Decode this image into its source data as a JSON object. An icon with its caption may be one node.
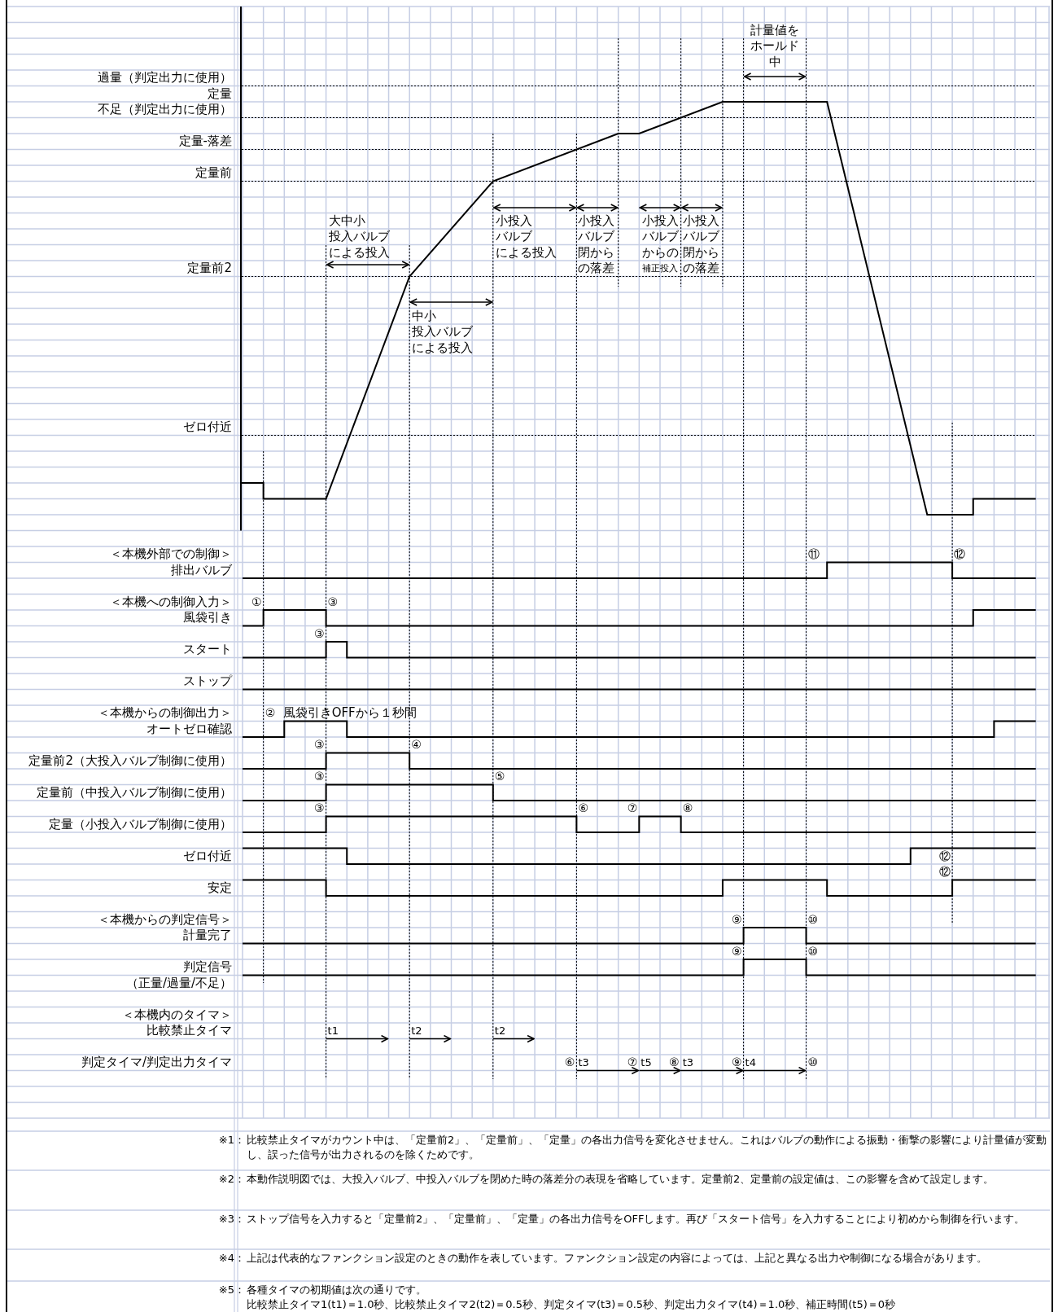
{
  "diagram": {
    "labels": [
      "過量（判定出力に使用）",
      "定量",
      "不足（判定出力に使用）",
      "定量-落差",
      "定量前",
      "定量前2",
      "ゼロ付近",
      "計量値を",
      "ホールド",
      "中",
      "大中小",
      "投入バルブ",
      "による投入",
      "中小",
      "投入バルブ",
      "による投入",
      "小投入",
      "バルブ",
      "による投入",
      "小投入",
      "バルブ",
      "閉から",
      "の落差",
      "小投入",
      "バルブ",
      "からの",
      "補正投入",
      "小投入",
      "バルブ",
      "閉から",
      "の落差",
      "＜本機外部での制御＞",
      "排出バルブ",
      "⑪",
      "⑫",
      "＜本機への制御入力＞",
      "①",
      "③",
      "風袋引き",
      "③",
      "スタート",
      "ストップ",
      "＜本機からの制御出力＞",
      "②",
      "風袋引きOFFから１秒間",
      "オートゼロ確認",
      "③",
      "④",
      "定量前2（大投入バルブ制御に使用）",
      "③",
      "⑤",
      "定量前（中投入バルブ制御に使用）",
      "③",
      "⑥",
      "⑦",
      "⑧",
      "定量（小投入バルブ制御に使用）",
      "ゼロ付近",
      "⑫",
      "⑫",
      "安定",
      "＜本機からの判定信号＞",
      "⑨",
      "⑩",
      "計量完了",
      "⑨",
      "⑩",
      "判定信号",
      "（正量/過量/不足）",
      "＜本機内のタイマ＞",
      "比較禁止タイマ",
      "t1",
      "t2",
      "t2",
      "判定タイマ/判定出力タイマ",
      "⑥",
      "t3",
      "⑦",
      "t5",
      "⑧",
      "t3",
      "⑨",
      "t4",
      "⑩",
      "※1：",
      "比較禁止タイマがカウント中は、「定量前2」、「定量前」、「定量」の各出力信号を変化させません。これはバルブの動作による振動・衝撃の影響により計量値が変動し、誤った信号が出力されるのを除くためです。",
      "※2：",
      "本動作説明図では、大投入バルブ、中投入バルブを閉めた時の落差分の表現を省略しています。定量前2、定量前の設定値は、この影響を含めて設定します。",
      "※3：",
      "ストップ信号を入力すると「定量前2」、「定量前」、「定量」の各出力信号をOFFします。再び「スタート信号」を入力することにより初めから制御を行います。",
      "※4：",
      "上記は代表的なファンクション設定のときの動作を表しています。ファンクション設定の内容によっては、上記と異なる出力や制御になる場合があります。",
      "※5：",
      "各種タイマの初期値は次の通りです。",
      "比較禁止タイマ1(t1)＝1.0秒、比較禁止タイマ2(t2)＝0.5秒、判定タイマ(t3)＝0.5秒、判定出力タイマ(t4)＝1.0秒、補正時間(t5)＝0秒"
    ]
  }
}
